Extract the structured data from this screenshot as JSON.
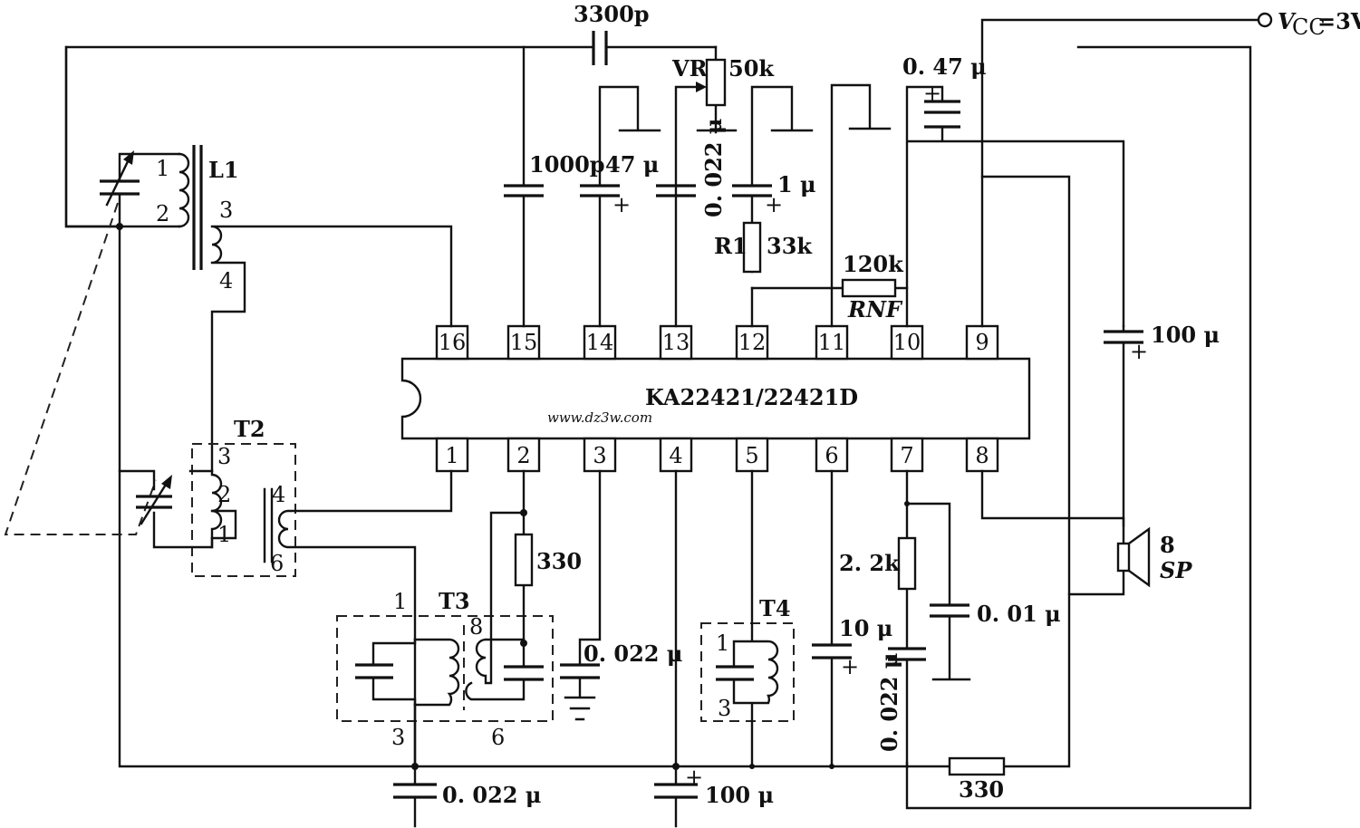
{
  "ic": {
    "name": "KA22421/22421D",
    "pins_top": [
      "16",
      "15",
      "14",
      "13",
      "12",
      "11",
      "10",
      "9"
    ],
    "pins_bottom": [
      "1",
      "2",
      "3",
      "4",
      "5",
      "6",
      "7",
      "8"
    ]
  },
  "watermark": "www.dz3w.com",
  "supply": {
    "label": "V",
    "subscript": "CC",
    "value": "=3V"
  },
  "components": {
    "c_top": "3300p",
    "vr": "VR",
    "vr_value": "50k",
    "c_047": "0. 47 μ",
    "c_1000p": "1000p",
    "c_47u": "47 μ",
    "c_0022_13": "0. 022 μ",
    "c_1u": "1 μ",
    "r1": "R1",
    "r1_value": "33k",
    "rnf_value": "120k",
    "rnf": "RNF",
    "c_100u_sp": "100 μ",
    "speaker_ohm": "8",
    "speaker": "SP",
    "c_0022_3": "0. 022 μ",
    "r_330_t3": "330",
    "r_22k": "2. 2k",
    "c_001": "0. 01 μ",
    "c_10u": "10 μ",
    "c_0022_7": "0. 022 μ",
    "c_0022_bot": "0. 022 μ",
    "c_100u_bot": "100 μ",
    "r_330_bot": "330"
  },
  "coils": {
    "l1": "L1",
    "l1_p1": "1",
    "l1_p2": "2",
    "l1_p3": "3",
    "l1_p4": "4",
    "t2": "T2",
    "t2_p3": "3",
    "t2_p2": "2",
    "t2_p1": "1",
    "t2_p4": "4",
    "t2_p6": "6",
    "t3": "T3",
    "t3_p1": "1",
    "t3_p8": "8",
    "t3_p3": "3",
    "t3_p6": "6",
    "t4": "T4",
    "t4_p1": "1",
    "t4_p3": "3"
  },
  "polarity": "+"
}
